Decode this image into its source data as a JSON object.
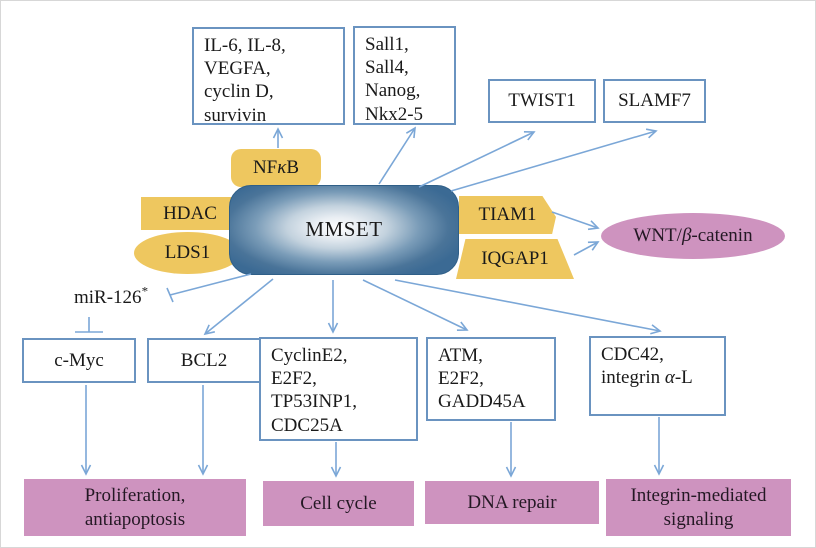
{
  "colors": {
    "yellow": "#EEC75F",
    "pink": "#CE93BF",
    "border_blue": "#6A93C0",
    "arrow_blue": "#7BA7D7",
    "text": "#1a1a1a",
    "mmset_edge": "#2F5F88"
  },
  "nodes": {
    "mmset": "MMSET",
    "nfkb": {
      "pre": "NF",
      "italic": "κ",
      "post": "B"
    },
    "hdac": "HDAC",
    "lds1": "LDS1",
    "tiam1": "TIAM1",
    "iqgap1": "IQGAP1",
    "wnt": {
      "pre": "WNT/",
      "italic": "β",
      "post": "-catenin"
    },
    "mir126": {
      "base": "miR-126",
      "sup": "*"
    },
    "il6_box": "IL-6, IL-8,\nVEGFA,\ncyclin D,\nsurvivin",
    "sall_box": "Sall1,\nSall4,\nNanog,\nNkx2-5",
    "twist1": "TWIST1",
    "slamf7": "SLAMF7",
    "cmyc": "c-Myc",
    "bcl2": "BCL2",
    "cycline2_box": "CyclinE2,\nE2F2,\nTP53INP1,\nCDC25A",
    "atm_box": "ATM,\nE2F2,\nGADD45A",
    "cdc42_box": {
      "line1": "CDC42,",
      "line2_pre": "integrin ",
      "line2_italic": "α",
      "line2_post": "-L"
    },
    "proliferation": "Proliferation,\nantiapoptosis",
    "cell_cycle": "Cell cycle",
    "dna_repair": "DNA repair",
    "integrin_signaling": "Integrin-mediated\nsignaling"
  }
}
